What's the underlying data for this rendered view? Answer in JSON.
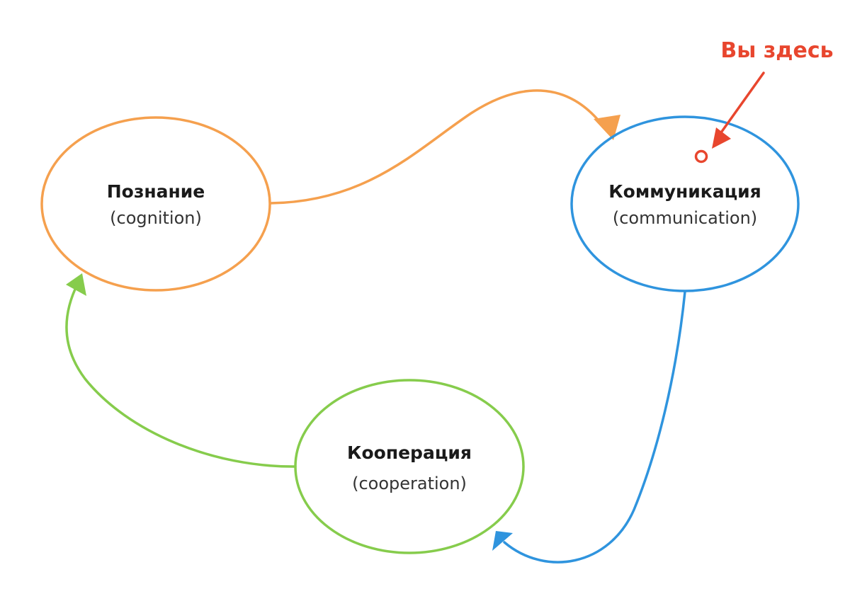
{
  "colors": {
    "cognition": "#F5A04E",
    "communication": "#2F94DE",
    "cooperation": "#86CC4C",
    "marker": "#E8462E"
  },
  "nodes": {
    "cognition": {
      "title": "Познание",
      "subtitle": "(cognition)"
    },
    "communication": {
      "title": "Коммуникация",
      "subtitle": "(communication)"
    },
    "cooperation": {
      "title": "Кооперация",
      "subtitle": "(cooperation)"
    }
  },
  "marker": {
    "label": "Вы здесь"
  }
}
